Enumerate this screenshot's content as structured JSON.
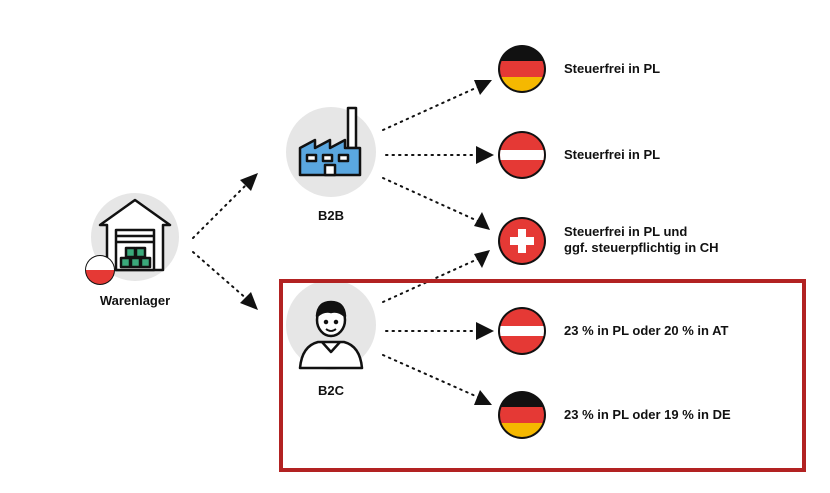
{
  "nodes": {
    "warehouse": {
      "label": "Warenlager"
    },
    "b2b": {
      "label": "B2B"
    },
    "b2c": {
      "label": "B2C"
    }
  },
  "outcomes": [
    {
      "lines": [
        "Steuerfrei in PL"
      ],
      "flag": "germany"
    },
    {
      "lines": [
        "Steuerfrei in PL"
      ],
      "flag": "austria"
    },
    {
      "lines": [
        "Steuerfrei in PL und",
        "ggf. steuerpflichtig in CH"
      ],
      "flag": "switzerland"
    },
    {
      "lines": [
        "23 % in PL oder 20 % in AT"
      ],
      "flag": "austria"
    },
    {
      "lines": [
        "23 % in PL oder 19 % in DE"
      ],
      "flag": "germany"
    }
  ],
  "colors": {
    "node_circle": "#e6e6e6",
    "highlight_border": "#b22222",
    "factory_blue": "#5aa7e0",
    "box_green": "#3aa87a",
    "flag_red": "#e53935",
    "flag_gold": "#f5b800",
    "flag_black": "#111111"
  },
  "icons": [
    "warehouse-icon",
    "factory-icon",
    "person-icon",
    "poland-flag-icon",
    "germany-flag-icon",
    "austria-flag-icon",
    "switzerland-flag-icon"
  ]
}
